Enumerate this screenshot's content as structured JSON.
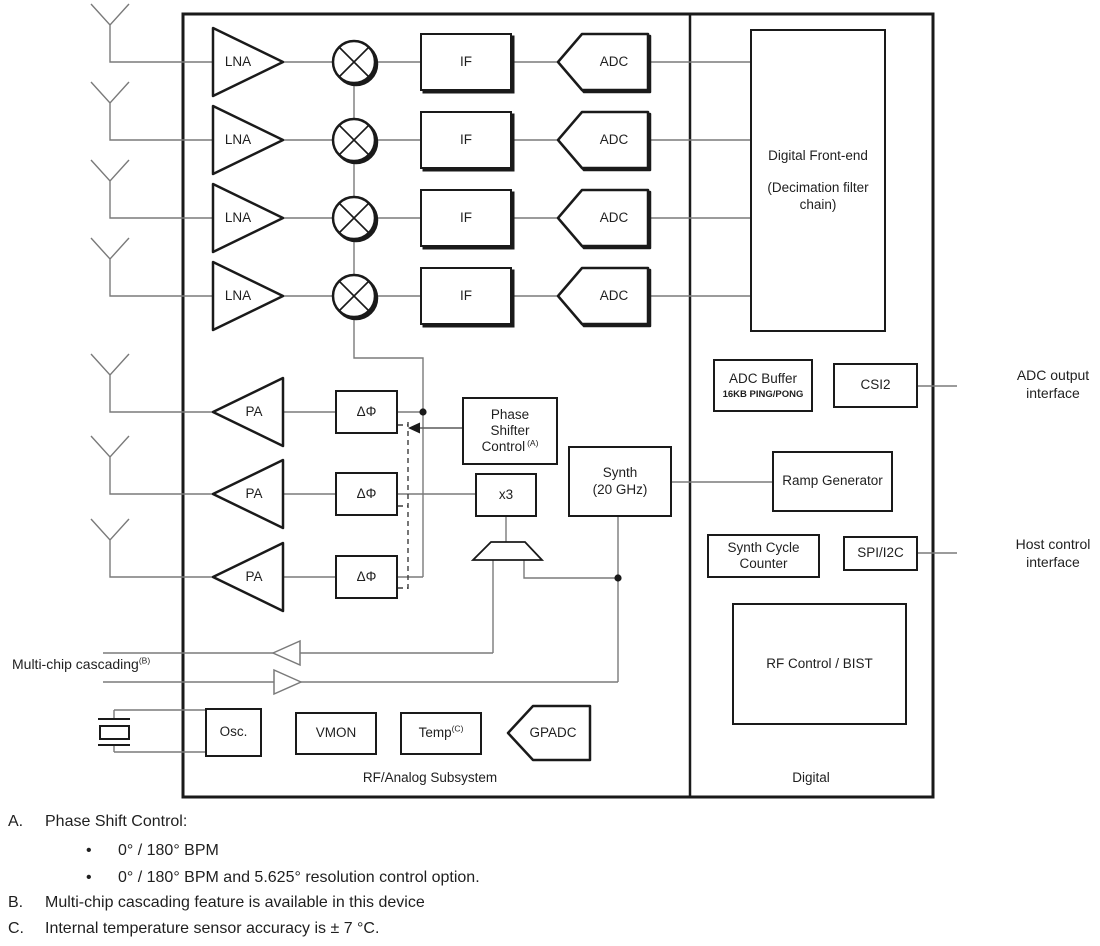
{
  "blocks": {
    "lna": "LNA",
    "pa": "PA",
    "if": "IF",
    "adc": "ADC",
    "delta_phi": "ΔΦ",
    "psc": {
      "line1": "Phase",
      "line2": "Shifter",
      "line3": "Control",
      "sup": "(A)"
    },
    "x3": "x3",
    "synth": {
      "line1": "Synth",
      "line2": "(20 GHz)"
    },
    "dfe": {
      "line1": "Digital Front-end",
      "line2": "(Decimation filter chain)"
    },
    "adc_buffer": {
      "title": "ADC Buffer",
      "subtitle": "16KB PING/PONG"
    },
    "csi2": "CSI2",
    "ramp_generator": "Ramp Generator",
    "synth_cycle_counter": "Synth Cycle Counter",
    "spi_i2c": "SPI/I2C",
    "rf_control_bist": "RF Control / BIST",
    "osc": "Osc.",
    "vmon": "VMON",
    "temp": {
      "label": "Temp",
      "sup": "(C)"
    },
    "gpadc": "GPADC"
  },
  "sections": {
    "analog": "RF/Analog Subsystem",
    "digital": "Digital"
  },
  "external": {
    "adc_output": {
      "line1": "ADC output",
      "line2": "interface"
    },
    "host_control": {
      "line1": "Host control",
      "line2": "interface"
    },
    "cascading": {
      "label": "Multi-chip cascading",
      "sup": "(B)"
    }
  },
  "footnotes": {
    "a": {
      "id": "A.",
      "text": "Phase Shift Control:"
    },
    "a_bullet1": {
      "bullet": "•",
      "text": "0° / 180° BPM"
    },
    "a_bullet2": {
      "bullet": "•",
      "text": "0° / 180° BPM and 5.625° resolution control option."
    },
    "b": {
      "id": "B.",
      "text": "Multi-chip cascading feature is available in this device"
    },
    "c": {
      "id": "C.",
      "text": "Internal temperature sensor accuracy is ± 7 °C."
    }
  },
  "colors": {
    "wire": "#7a7a7a",
    "border": "#1a1a1a",
    "text": "#1f1f1f",
    "background": "#ffffff"
  }
}
